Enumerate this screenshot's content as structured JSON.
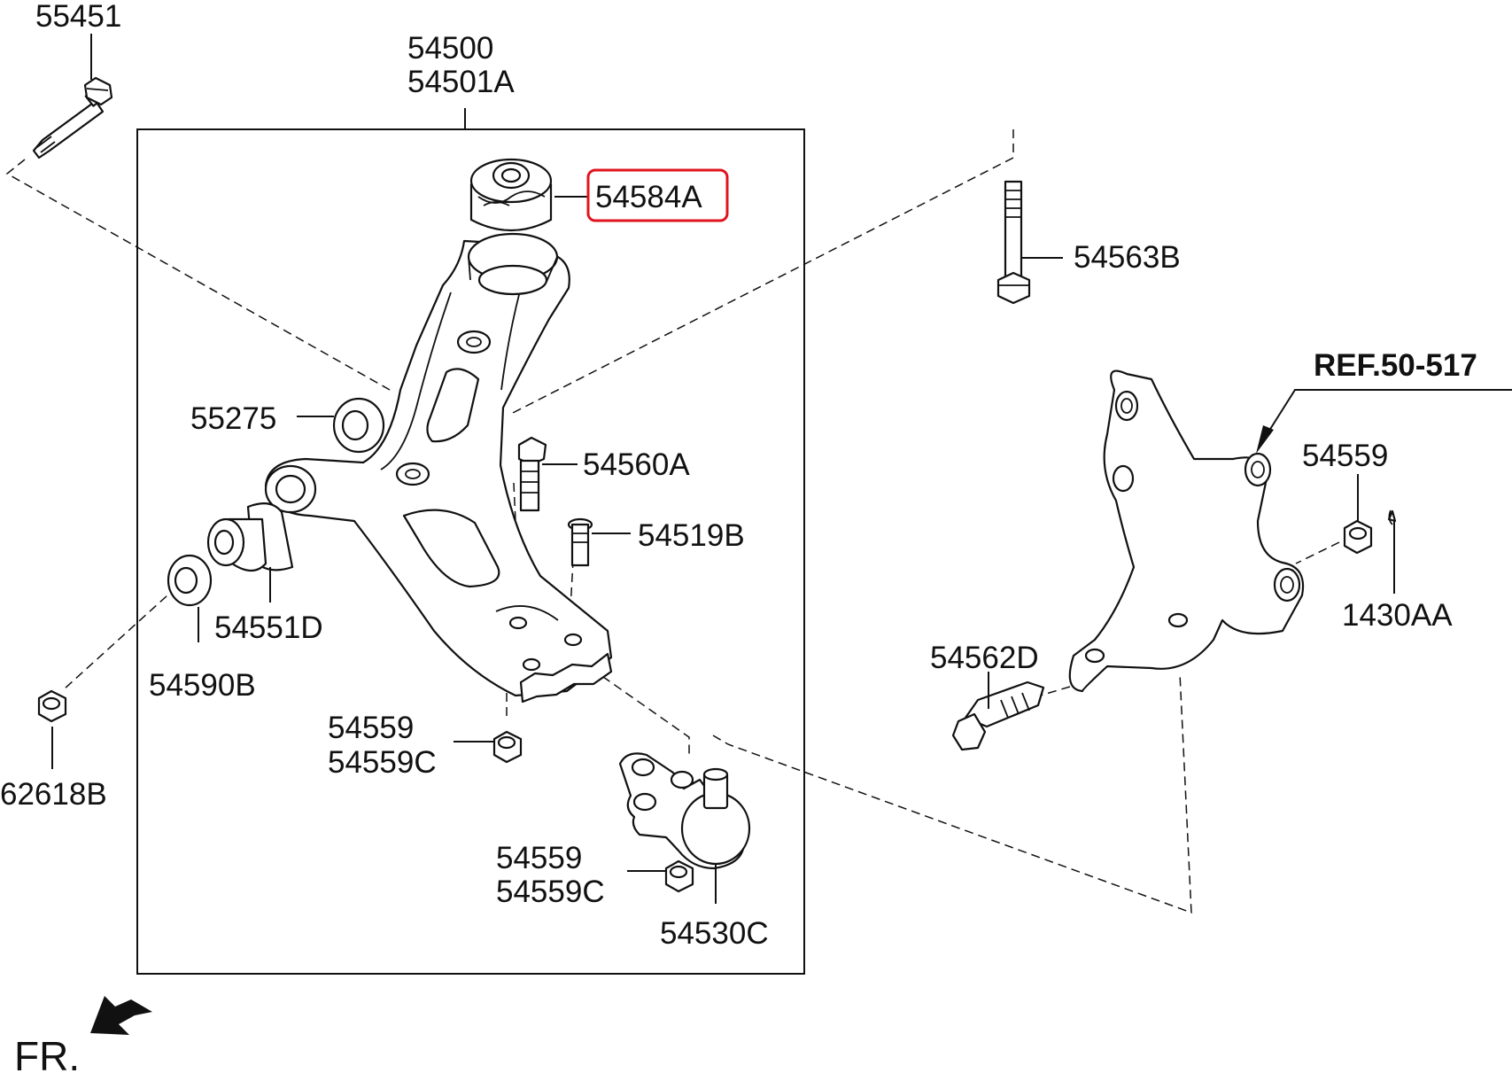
{
  "labels": {
    "p55451": "55451",
    "p54500": "54500",
    "p54501A": "54501A",
    "p54584A": "54584A",
    "p54563B": "54563B",
    "ref": "REF.50-517",
    "p55275": "55275",
    "p54560A": "54560A",
    "p54519B": "54519B",
    "p54559_right": "54559",
    "p54551D": "54551D",
    "p1430AA": "1430AA",
    "p54590B": "54590B",
    "p54562D": "54562D",
    "p62618B": "62618B",
    "p54559_mid": "54559",
    "p54559C_mid": "54559C",
    "p54559_low": "54559",
    "p54559C_low": "54559C",
    "p54530C": "54530C",
    "fr": "FR."
  },
  "colors": {
    "line": "#111111",
    "highlight": "#e0141e",
    "background": "#ffffff"
  }
}
